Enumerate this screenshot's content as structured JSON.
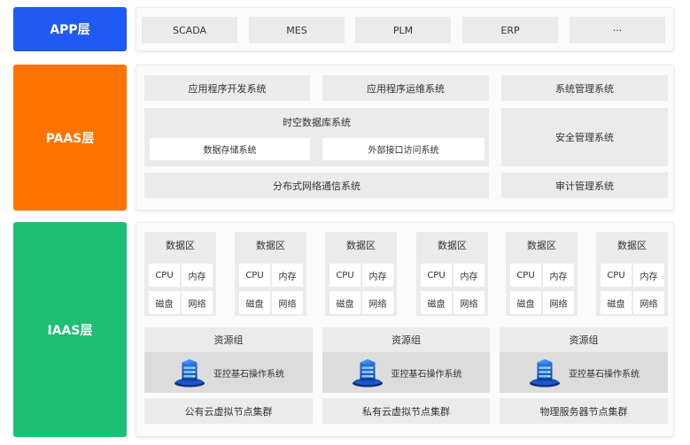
{
  "colors": {
    "app": "#1f5af5",
    "paas": "#ff7300",
    "iaas": "#1dbf73",
    "box": "#ebebeb"
  },
  "app_layer": {
    "label": "APP层",
    "items": [
      "SCADA",
      "MES",
      "PLM",
      "ERP",
      "···"
    ]
  },
  "paas_layer": {
    "label": "PAAS层",
    "app_dev": "应用程序开发系统",
    "app_ops": "应用程序运维系统",
    "sys_mgmt": "系统管理系统",
    "tsdb": {
      "title": "时空数据库系统",
      "storage": "数据存储系统",
      "ext_api": "外部接口访问系统"
    },
    "security": "安全管理系统",
    "dist_net": "分布式网络通信系统",
    "audit": "审计管理系统"
  },
  "iaas_layer": {
    "label": "IAAS层",
    "data_zones": [
      {
        "title": "数据区",
        "cpu": "CPU",
        "mem": "内存",
        "disk": "磁盘",
        "net": "网络"
      },
      {
        "title": "数据区",
        "cpu": "CPU",
        "mem": "内存",
        "disk": "磁盘",
        "net": "网络"
      },
      {
        "title": "数据区",
        "cpu": "CPU",
        "mem": "内存",
        "disk": "磁盘",
        "net": "网络"
      },
      {
        "title": "数据区",
        "cpu": "CPU",
        "mem": "内存",
        "disk": "磁盘",
        "net": "网络"
      },
      {
        "title": "数据区",
        "cpu": "CPU",
        "mem": "内存",
        "disk": "磁盘",
        "net": "网络"
      },
      {
        "title": "数据区",
        "cpu": "CPU",
        "mem": "内存",
        "disk": "磁盘",
        "net": "网络"
      }
    ],
    "resource_groups": [
      {
        "title": "资源组",
        "os": "亚控基石操作系统",
        "cluster": "公有云虚拟节点集群",
        "icon": "server-stack-icon"
      },
      {
        "title": "资源组",
        "os": "亚控基石操作系统",
        "cluster": "私有云虚拟节点集群",
        "icon": "server-stack-icon"
      },
      {
        "title": "资源组",
        "os": "亚控基石操作系统",
        "cluster": "物理服务器节点集群",
        "icon": "server-stack-icon"
      }
    ]
  }
}
